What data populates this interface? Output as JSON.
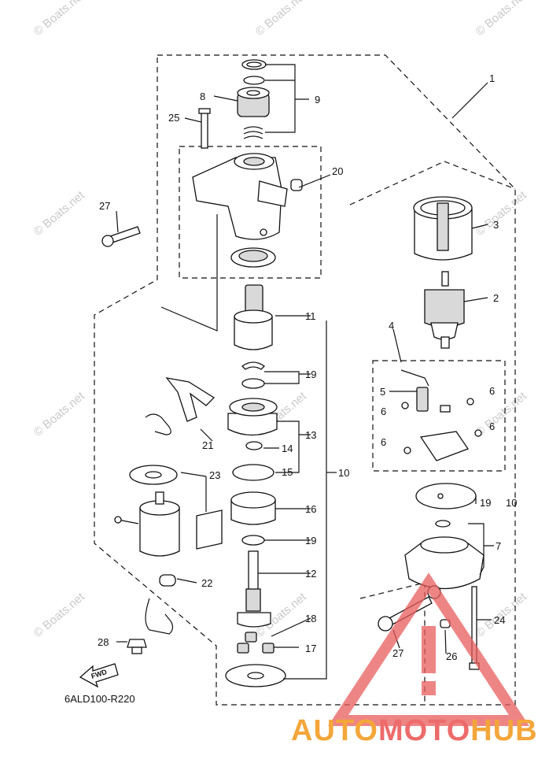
{
  "diagram_code": "6ALD100-R220",
  "fwd_label": "FWD",
  "watermark": "© Boats.net",
  "brand": {
    "left": "AUTO",
    "middle": "MOTO",
    "right": "HUB",
    "color_left": "#f4a63a",
    "color_middle": "#ee6b6b",
    "color_right": "#f4a63a",
    "triangle_color": "#e85c5c"
  },
  "callouts": [
    "1",
    "2",
    "3",
    "4",
    "5",
    "6",
    "6",
    "6",
    "6",
    "7",
    "8",
    "9",
    "10",
    "10",
    "11",
    "12",
    "13",
    "14",
    "15",
    "16",
    "17",
    "18",
    "19",
    "19",
    "19",
    "20",
    "21",
    "22",
    "23",
    "24",
    "25",
    "26",
    "27",
    "27",
    "28"
  ]
}
